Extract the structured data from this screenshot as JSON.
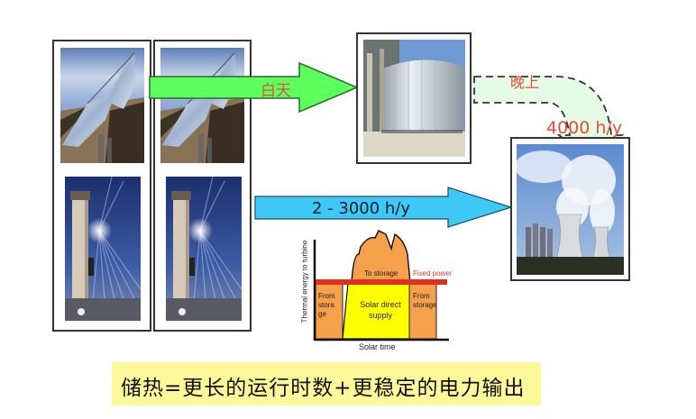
{
  "diagram": {
    "arrows": {
      "day": {
        "label": "白天",
        "color": "#5cff5c",
        "label_color": "#e0503a"
      },
      "night": {
        "label": "晚上",
        "color": "#e6fbe6",
        "label_color": "#e0503a",
        "style": "dashed"
      },
      "night_hours": {
        "label": "4000 h/y",
        "label_color": "#e0503a"
      },
      "direct": {
        "label": "2 - 3000 h/y",
        "color": "#3ec8f5",
        "label_color": "#1a1a2e"
      }
    },
    "images": [
      {
        "id": "parabolic-trough-1",
        "description": "parabolic dish concentrator"
      },
      {
        "id": "parabolic-trough-2",
        "description": "parabolic dish concentrator"
      },
      {
        "id": "solar-tower-1",
        "description": "solar power tower with beams"
      },
      {
        "id": "solar-tower-2",
        "description": "solar power tower with beams"
      },
      {
        "id": "storage-tank",
        "description": "thermal storage tank"
      },
      {
        "id": "power-plant",
        "description": "power plant cooling towers"
      }
    ],
    "caption": "储热=更长的运行时数+更稳定的电力输出"
  },
  "chart_data": {
    "type": "area",
    "title": "",
    "xlabel": "Solar time",
    "ylabel": "Thermal energy to turbine",
    "annotations": [
      "To storage",
      "Fixed power",
      "From storage",
      "Solar direct supply",
      "From storage"
    ],
    "regions": [
      {
        "name": "From storage (morning)",
        "color": "#f5a04a"
      },
      {
        "name": "Solar direct supply",
        "color": "#ffff00"
      },
      {
        "name": "To storage",
        "color": "#f5a04a"
      },
      {
        "name": "From storage (evening)",
        "color": "#f5a04a"
      }
    ],
    "fixed_power_line": {
      "label": "Fixed power",
      "color": "#e03020"
    },
    "grid": false
  }
}
